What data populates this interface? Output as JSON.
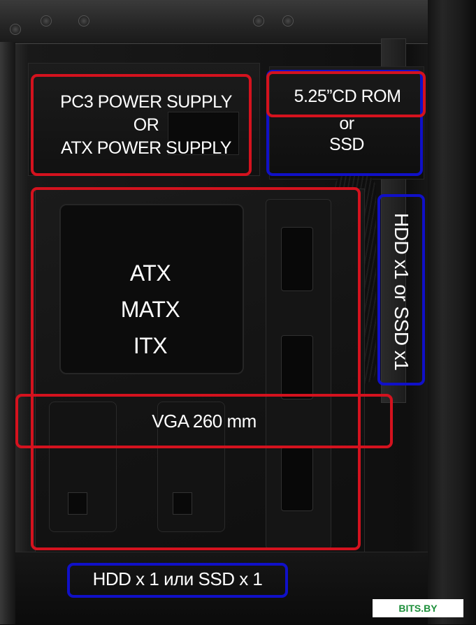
{
  "annotations": {
    "psu": [
      "PC3 POWER SUPPLY",
      "OR",
      "ATX POWER SUPPLY"
    ],
    "odd_title": "5.25”CD ROM",
    "odd_sub": [
      "or",
      "SSD"
    ],
    "motherboard": [
      "ATX",
      "MATX",
      "ITX"
    ],
    "vga": "VGA 260 mm",
    "hdd_side": "HDD x1 or SSD x1",
    "hdd_bottom": "HDD x 1 или SSD x 1"
  },
  "watermark": "BITS.BY",
  "colors": {
    "red_box": "#d4121e",
    "blue_box": "#1010c8",
    "text": "#ffffff"
  }
}
